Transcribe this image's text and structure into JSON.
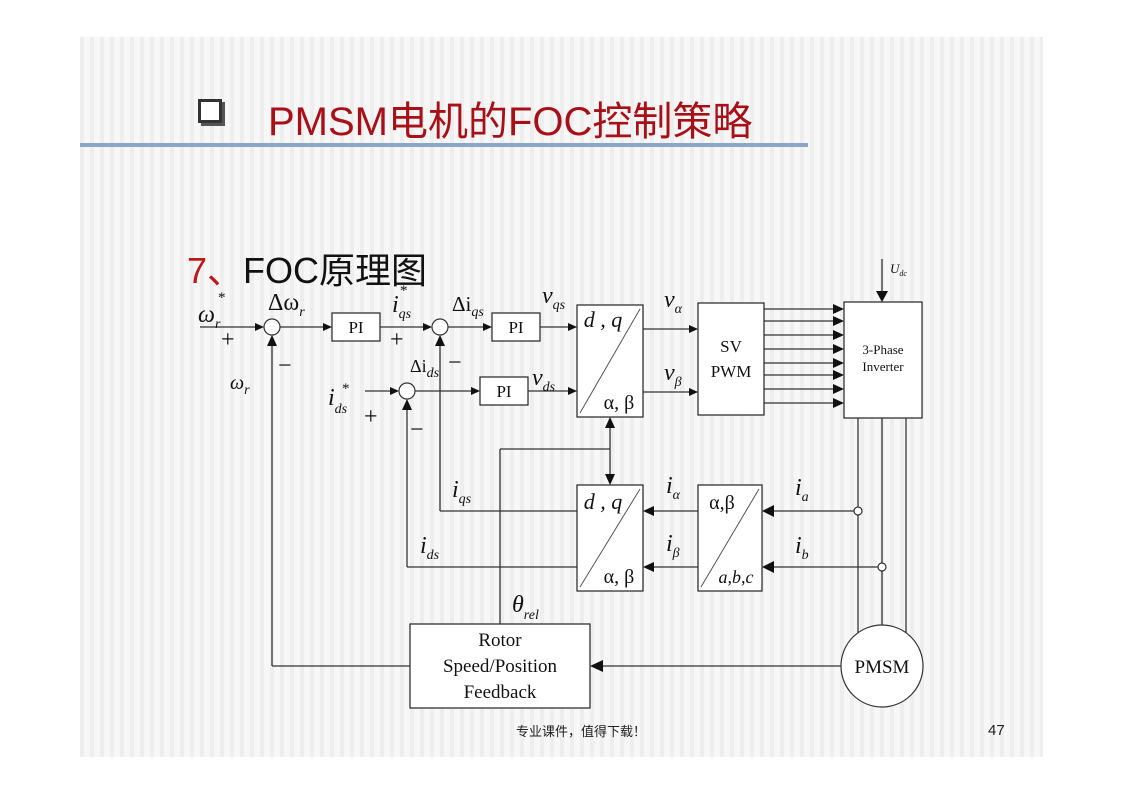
{
  "slide": {
    "title": "PMSM电机的FOC控制策略",
    "section_number": "7、",
    "section_heading": "FOC原理图",
    "footer_note": "专业课件，值得下载！",
    "page_number": "47"
  },
  "diagram": {
    "blocks": {
      "pi": "PI",
      "park": {
        "top": "d , q",
        "bottom": "α, β"
      },
      "svpwm": {
        "line1": "SV",
        "line2": "PWM"
      },
      "inverter": {
        "line1": "3-Phase",
        "line2": "Inverter"
      },
      "clarke": {
        "top": "α,β",
        "bottom": "a,b,c"
      },
      "feedback": {
        "line1": "Rotor",
        "line2": "Speed/Position",
        "line3": "Feedback"
      },
      "motor": "PMSM"
    },
    "signals": {
      "omega": "ω",
      "omega_sub": "r",
      "star": "*",
      "delta_omega": "Δω",
      "delta_omega_sub": "r",
      "iq_ref": "i",
      "iq_ref_sub": "qs",
      "delta_iq": "Δi",
      "delta_iq_sub": "qs",
      "id_ref": "i",
      "id_ref_sub": "ds",
      "delta_id": "Δi",
      "delta_id_sub": "ds",
      "vqs": "v",
      "vqs_sub": "qs",
      "vds": "v",
      "vds_sub": "ds",
      "v_alpha": "v",
      "v_alpha_sub": "α",
      "v_beta": "v",
      "v_beta_sub": "β",
      "udc": "U",
      "udc_sub": "dc",
      "iqs": "i",
      "iqs_sub": "qs",
      "ids": "i",
      "ids_sub": "ds",
      "i_alpha": "i",
      "i_alpha_sub": "α",
      "i_beta": "i",
      "i_beta_sub": "β",
      "ia": "i",
      "ia_sub": "a",
      "ib": "i",
      "ib_sub": "b",
      "theta": "θ",
      "theta_sub": "rel",
      "plus": "+",
      "minus": "−"
    }
  }
}
